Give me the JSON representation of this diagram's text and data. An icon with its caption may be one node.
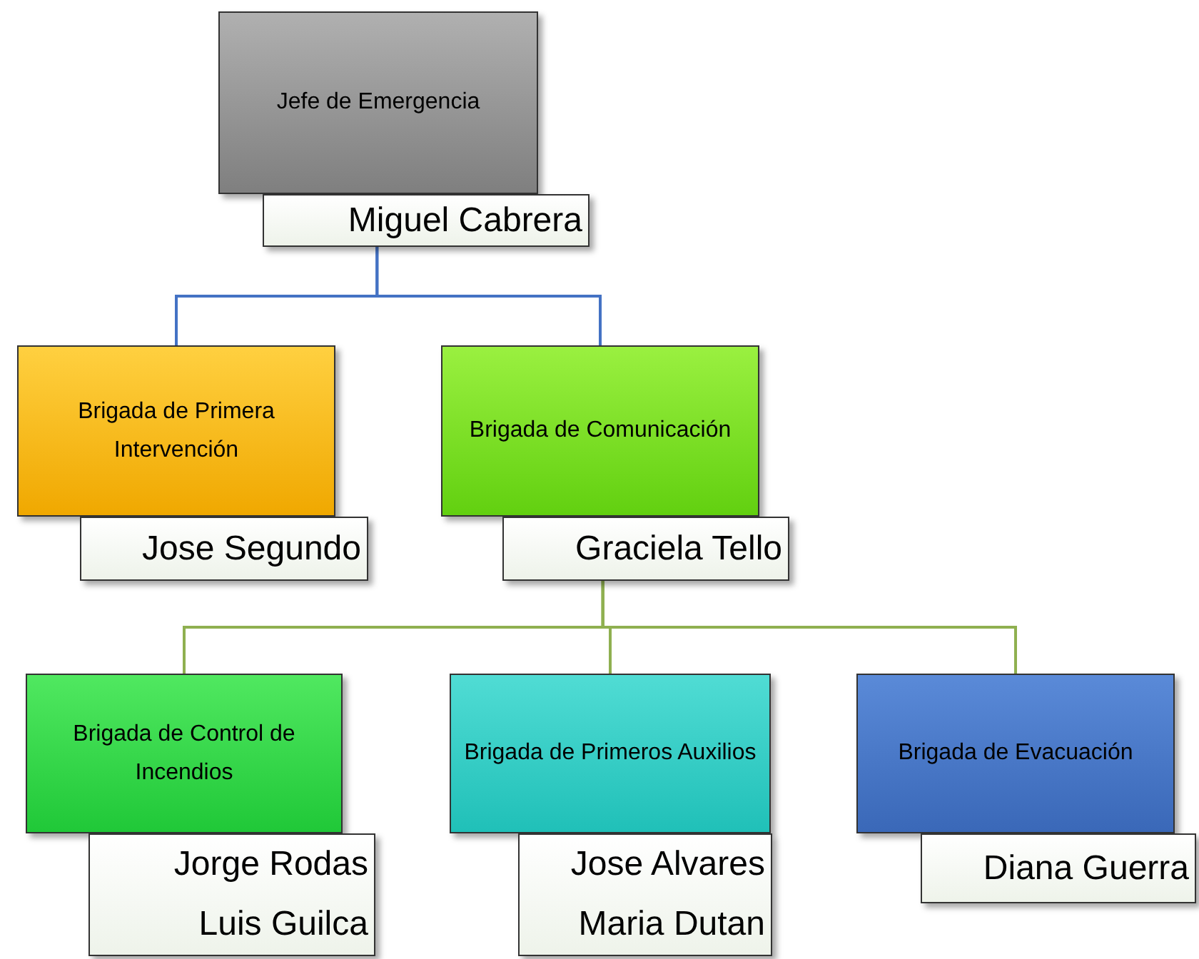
{
  "diagram": {
    "nodes": [
      {
        "text": [
          "Jefe de Emergencia"
        ]
      },
      {
        "text": [
          "Miguel Cabrera"
        ]
      },
      {
        "text": [
          "Brigada de Primera Intervención"
        ]
      },
      {
        "text": [
          "Jose Segundo"
        ]
      },
      {
        "text": [
          "Brigada de Comunicación"
        ]
      },
      {
        "text": [
          "Graciela Tello"
        ]
      },
      {
        "text": [
          "Brigada de Control de Incendios"
        ]
      },
      {
        "text": [
          "Jorge Rodas",
          "Luis Guilca"
        ]
      },
      {
        "text": [
          "Brigada de Primeros Auxilios"
        ]
      },
      {
        "text": [
          "Jose Alvares",
          "Maria Dutan"
        ]
      },
      {
        "text": [
          "Brigada de Evacuación"
        ]
      },
      {
        "text": [
          "Diana Guerra"
        ]
      }
    ],
    "edges": [
      {
        "from": 1,
        "to": 2,
        "arrow": "none",
        "color": "#4472c4"
      },
      {
        "from": 1,
        "to": 4,
        "arrow": "none",
        "color": "#4472c4"
      },
      {
        "from": 5,
        "to": 6,
        "arrow": "none"
      },
      {
        "from": 5,
        "to": 8,
        "arrow": "none"
      },
      {
        "from": 5,
        "to": 10,
        "arrow": "none"
      }
    ]
  }
}
